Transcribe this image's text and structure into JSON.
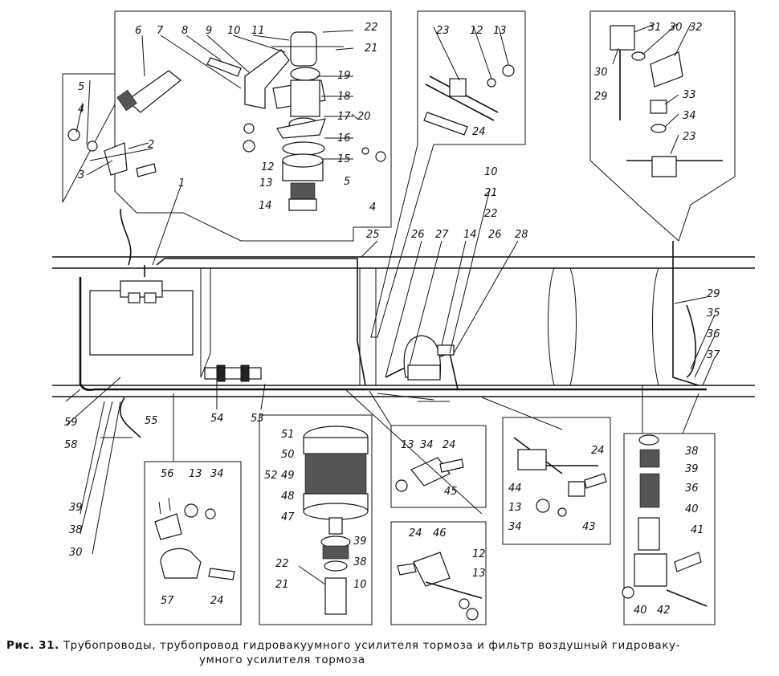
{
  "caption": {
    "prefix": "Рис. 31.",
    "line1": "Трубопроводы, трубопровод гидровакуумного усилителя тормоза и фильтр воздушный гидроваку-",
    "line2": "умного усилителя тормоза"
  },
  "callouts": {
    "n1": "1",
    "n2": "2",
    "n3": "3",
    "n4": "4",
    "n5": "5",
    "n6": "6",
    "n7": "7",
    "n8": "8",
    "n9": "9",
    "n10": "10",
    "n11": "11",
    "n12": "12",
    "n13": "13",
    "n14": "14",
    "n15": "15",
    "n16": "16",
    "n17": "17",
    "n18": "18",
    "n19": "19",
    "n20": "20",
    "n21": "21",
    "n22": "22",
    "n23": "23",
    "n24": "24",
    "n25": "25",
    "n26": "26",
    "n27": "27",
    "n28": "28",
    "n29": "29",
    "n30": "30",
    "n31": "31",
    "n32": "32",
    "n33": "33",
    "n34": "34",
    "n35": "35",
    "n36": "36",
    "n37": "37",
    "n38": "38",
    "n39": "39",
    "n40": "40",
    "n41": "41",
    "n42": "42",
    "n43": "43",
    "n44": "44",
    "n45": "45",
    "n46": "46",
    "n47": "47",
    "n48": "48",
    "n49": "49",
    "n50": "50",
    "n51": "51",
    "n52": "52",
    "n53": "53",
    "n54": "54",
    "n55": "55",
    "n56": "56",
    "n57": "57",
    "n58": "58",
    "n59": "59"
  }
}
